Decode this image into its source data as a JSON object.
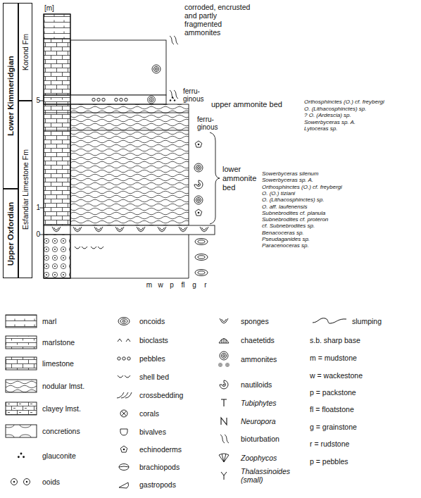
{
  "diagram": {
    "nodes": [
      {
        "text": [
          "Lower Kimmeridgian"
        ]
      },
      {
        "text": [
          "Upper Oxfordian"
        ]
      },
      {
        "text": [
          "Korond Fm"
        ]
      },
      {
        "text": [
          "Esfandiar Limestone Fm"
        ]
      }
    ],
    "labels": [
      "[m]",
      "5",
      "1",
      "0",
      "corroded, encrusted and partly fragmented ammonites",
      "ferru- ginous",
      "upper ammonite bed",
      "ferru- ginous",
      "lower ammonite bed",
      "Orthosphinctes (O.) cf. freybergi",
      "O. (Lithacosphinctes) sp.",
      "? O. (Ardescia) sp.",
      "Sowerbyceras sp. A.",
      "Lytoceras sp.",
      "Sowerbyceras silenum",
      "Sowerbyceras sp. A.",
      "Orthosphinctes (O.) cf. freybergi",
      "O. (O.) tiziani",
      "O. (Lithacosphinctes) sp.",
      "O. aff. laufenensis",
      "Subnebrodites cf. planula",
      "Subnebrodites cf. proteron",
      "cf. Subnebrodites sp.",
      "Benacoceras sp.",
      "Pseudaganides sp.",
      "Paracenoceras sp.",
      "m",
      "w",
      "p",
      "fl",
      "g",
      "r"
    ],
    "legend": [
      {
        "text": "marl"
      },
      {
        "text": "marlstone"
      },
      {
        "text": "limestone"
      },
      {
        "text": "nodular lmst."
      },
      {
        "text": "clayey lmst."
      },
      {
        "text": "concretions"
      },
      {
        "text": "glauconite"
      },
      {
        "text": "ooids"
      },
      {
        "text": "oncoids"
      },
      {
        "text": "bioclasts"
      },
      {
        "text": "pebbles"
      },
      {
        "text": "shell bed"
      },
      {
        "text": "crossbedding"
      },
      {
        "text": "corals"
      },
      {
        "text": "bivalves"
      },
      {
        "text": "echinoderms"
      },
      {
        "text": "brachiopods"
      },
      {
        "text": "gastropods"
      },
      {
        "text": "sponges"
      },
      {
        "text": "chaetetids"
      },
      {
        "text": "ammonites"
      },
      {
        "text": "nautiloids"
      },
      {
        "text": "Tubiphytes"
      },
      {
        "text": "Neuropora"
      },
      {
        "text": "bioturbation"
      },
      {
        "text": "Zoophycos"
      },
      {
        "text": "Thalassinoides (small)"
      },
      {
        "text": "slumping"
      },
      {
        "text": "s.b. sharp base"
      },
      {
        "text": "m = mudstone"
      },
      {
        "text": "w = wackestone"
      },
      {
        "text": "p = packstone"
      },
      {
        "text": "fl = floatstone"
      },
      {
        "text": "g = grainstone"
      },
      {
        "text": "r = rudstone"
      },
      {
        "text": "p = pebbles"
      }
    ]
  }
}
